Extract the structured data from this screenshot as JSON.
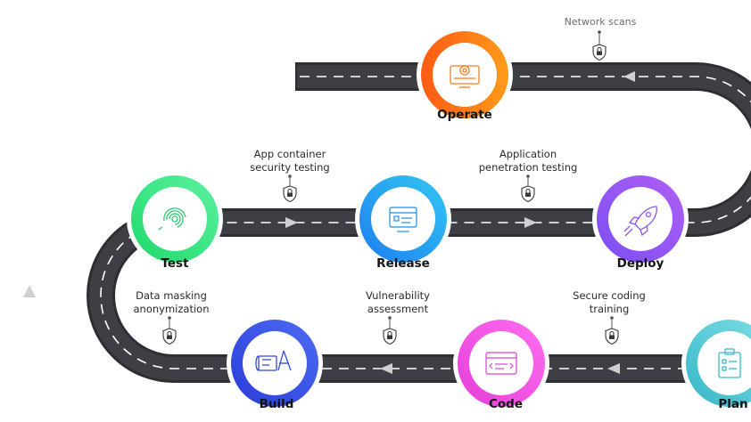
{
  "stages": {
    "operate": {
      "label": "Operate",
      "icon": "gear-monitor-icon",
      "colors": [
        "#ff5a14",
        "#ff9b1a"
      ]
    },
    "test": {
      "label": "Test",
      "icon": "fingerprint-icon",
      "colors": [
        "#1fd96a",
        "#5cf2a0"
      ]
    },
    "release": {
      "label": "Release",
      "icon": "browser-checklist-icon",
      "colors": [
        "#1c7ef0",
        "#34c8f2"
      ]
    },
    "deploy": {
      "label": "Deploy",
      "icon": "rocket-icon",
      "colors": [
        "#7b4ff2",
        "#b05ef5"
      ]
    },
    "build": {
      "label": "Build",
      "icon": "blueprint-tools-icon",
      "colors": [
        "#2a3cd8",
        "#4d6cf5"
      ]
    },
    "code": {
      "label": "Code",
      "icon": "code-window-icon",
      "colors": [
        "#e53ed8",
        "#ff6ef0"
      ]
    },
    "plan": {
      "label": "Plan",
      "icon": "clipboard-icon",
      "colors": [
        "#37b6c8",
        "#7fe0e6"
      ]
    }
  },
  "annotations": {
    "network_scans": {
      "lines": [
        "Network scans"
      ],
      "icon": "lock-shield-icon"
    },
    "app_container": {
      "lines": [
        "App container",
        "security testing"
      ],
      "icon": "lock-shield-icon"
    },
    "app_pentest": {
      "lines": [
        "Application",
        "penetration testing"
      ],
      "icon": "lock-shield-icon"
    },
    "data_masking": {
      "lines": [
        "Data masking",
        "anonymization"
      ],
      "icon": "lock-shield-icon"
    },
    "vuln_assessment": {
      "lines": [
        "Vulnerability",
        "assessment"
      ],
      "icon": "lock-shield-icon"
    },
    "secure_coding": {
      "lines": [
        "Secure coding",
        "training"
      ],
      "icon": "lock-shield-icon"
    }
  },
  "colors": {
    "road": "#3a3c41",
    "road_edge": "#2c2e32",
    "dash": "#ffffff",
    "arrow": "#cfcfcf"
  }
}
